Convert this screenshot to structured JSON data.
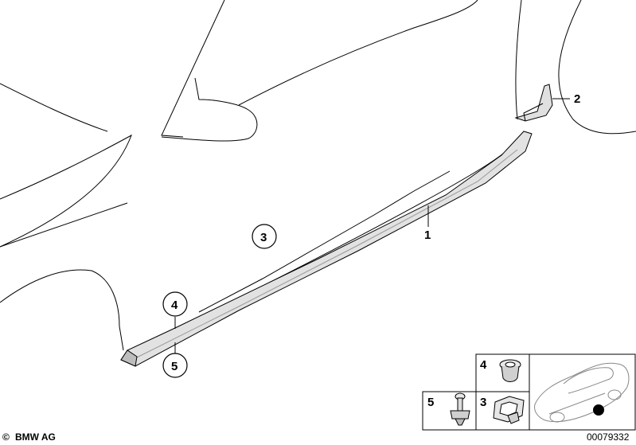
{
  "callouts": {
    "c1": "1",
    "c2": "2",
    "c3": "3",
    "c4": "4",
    "c5": "5"
  },
  "legend": {
    "item4": "4",
    "item5": "5",
    "item3": "3"
  },
  "footer": {
    "copyright_symbol": "©",
    "brand": "BMW AG",
    "diagram_number": "00079332"
  }
}
